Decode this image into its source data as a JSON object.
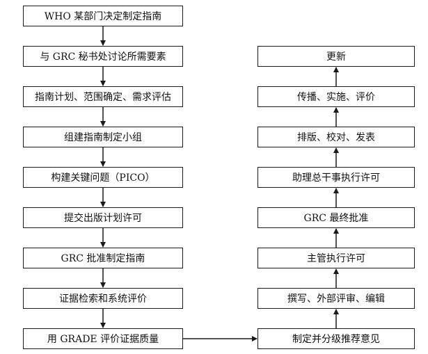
{
  "left_steps": [
    "WHO 某部门决定制定指南",
    "与 GRC 秘书处讨论所需要素",
    "指南计划、范围确定、需求评估",
    "组建指南制定小组",
    "构建关键问题（PICO）",
    "提交出版计划许可",
    "GRC 批准制定指南",
    "证据检索和系统评价",
    "用 GRADE 评价证据质量"
  ],
  "right_steps": [
    "更新",
    "传播、实施、评价",
    "排版、校对、发表",
    "助理总干事执行许可",
    "GRC 最终批准",
    "主管执行许可",
    "撰写、外部评审、编辑",
    "制定并分级推荐意见"
  ]
}
